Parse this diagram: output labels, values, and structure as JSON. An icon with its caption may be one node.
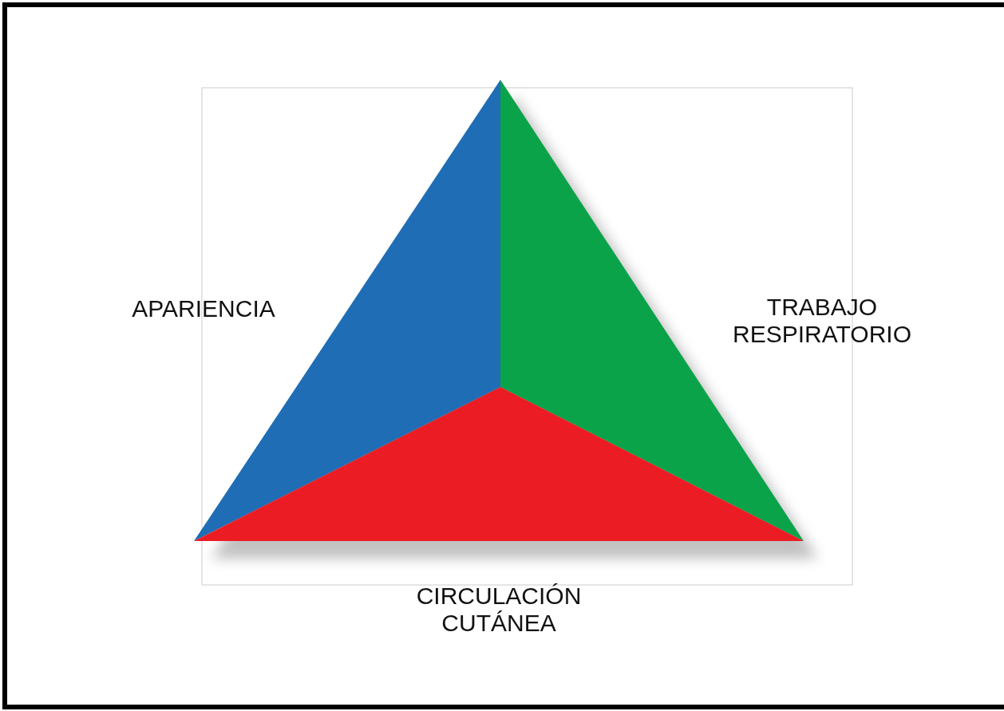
{
  "diagram": {
    "labels": [
      "APARIENCIA",
      "TRABAJO RESPIRATORIO",
      "CIRCULACIÓN CUTÁNEA"
    ]
  }
}
